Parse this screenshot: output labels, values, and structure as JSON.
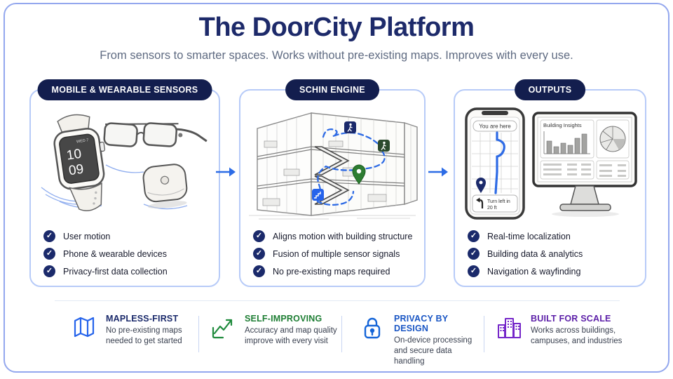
{
  "header": {
    "title": "The DoorCity Platform",
    "subtitle": "From sensors to smarter spaces. Works without pre-existing maps. Improves with every use."
  },
  "panels": [
    {
      "label": "MOBILE & WEARABLE SENSORS",
      "items": [
        "User motion",
        "Phone & wearable devices",
        "Privacy-first data collection"
      ]
    },
    {
      "label": "SCHIN ENGINE",
      "items": [
        "Aligns motion with building structure",
        "Fusion of multiple sensor signals",
        "No pre-existing maps required"
      ]
    },
    {
      "label": "OUTPUTS",
      "items": [
        "Real-time localization",
        "Building data & analytics",
        "Navigation & wayfinding"
      ]
    }
  ],
  "sketches": {
    "watch": {
      "date": "WED 7",
      "hour": "10",
      "minute": "09"
    },
    "phone": {
      "banner": "You are here",
      "turn_line1": "Turn left in",
      "turn_line2": "20 ft"
    },
    "monitor": {
      "title": "Building Insights"
    }
  },
  "features": [
    {
      "icon": "map-icon",
      "title": "MAPLESS-FIRST",
      "description": "No pre-existing maps needed to get started",
      "title_color": "#1b2a6b",
      "icon_color": "#2563eb"
    },
    {
      "icon": "trend-up-icon",
      "title": "SELF-IMPROVING",
      "description": "Accuracy and map quality improve with every visit",
      "title_color": "#1e7e34",
      "icon_color": "#1e8a3c"
    },
    {
      "icon": "lock-icon",
      "title": "PRIVACY BY DESIGN",
      "description": "On-device processing and secure data handling",
      "title_color": "#1a56c4",
      "icon_color": "#1565d8"
    },
    {
      "icon": "buildings-icon",
      "title": "BUILT FOR SCALE",
      "description": "Works across buildings, campuses, and industries",
      "title_color": "#5c1fa8",
      "icon_color": "#7527c9"
    }
  ],
  "colors": {
    "outer_border": "#93a7ee",
    "panel_border": "#b7cbf8",
    "pill_navy": "#131e4e",
    "check_navy": "#1b2a6b",
    "arrow_blue": "#2d6ce6",
    "title_navy": "#1d2a6a",
    "subtitle_gray": "#5f6b82",
    "route_blue": "#2e6be5",
    "pin_green": "#2e7d32"
  }
}
